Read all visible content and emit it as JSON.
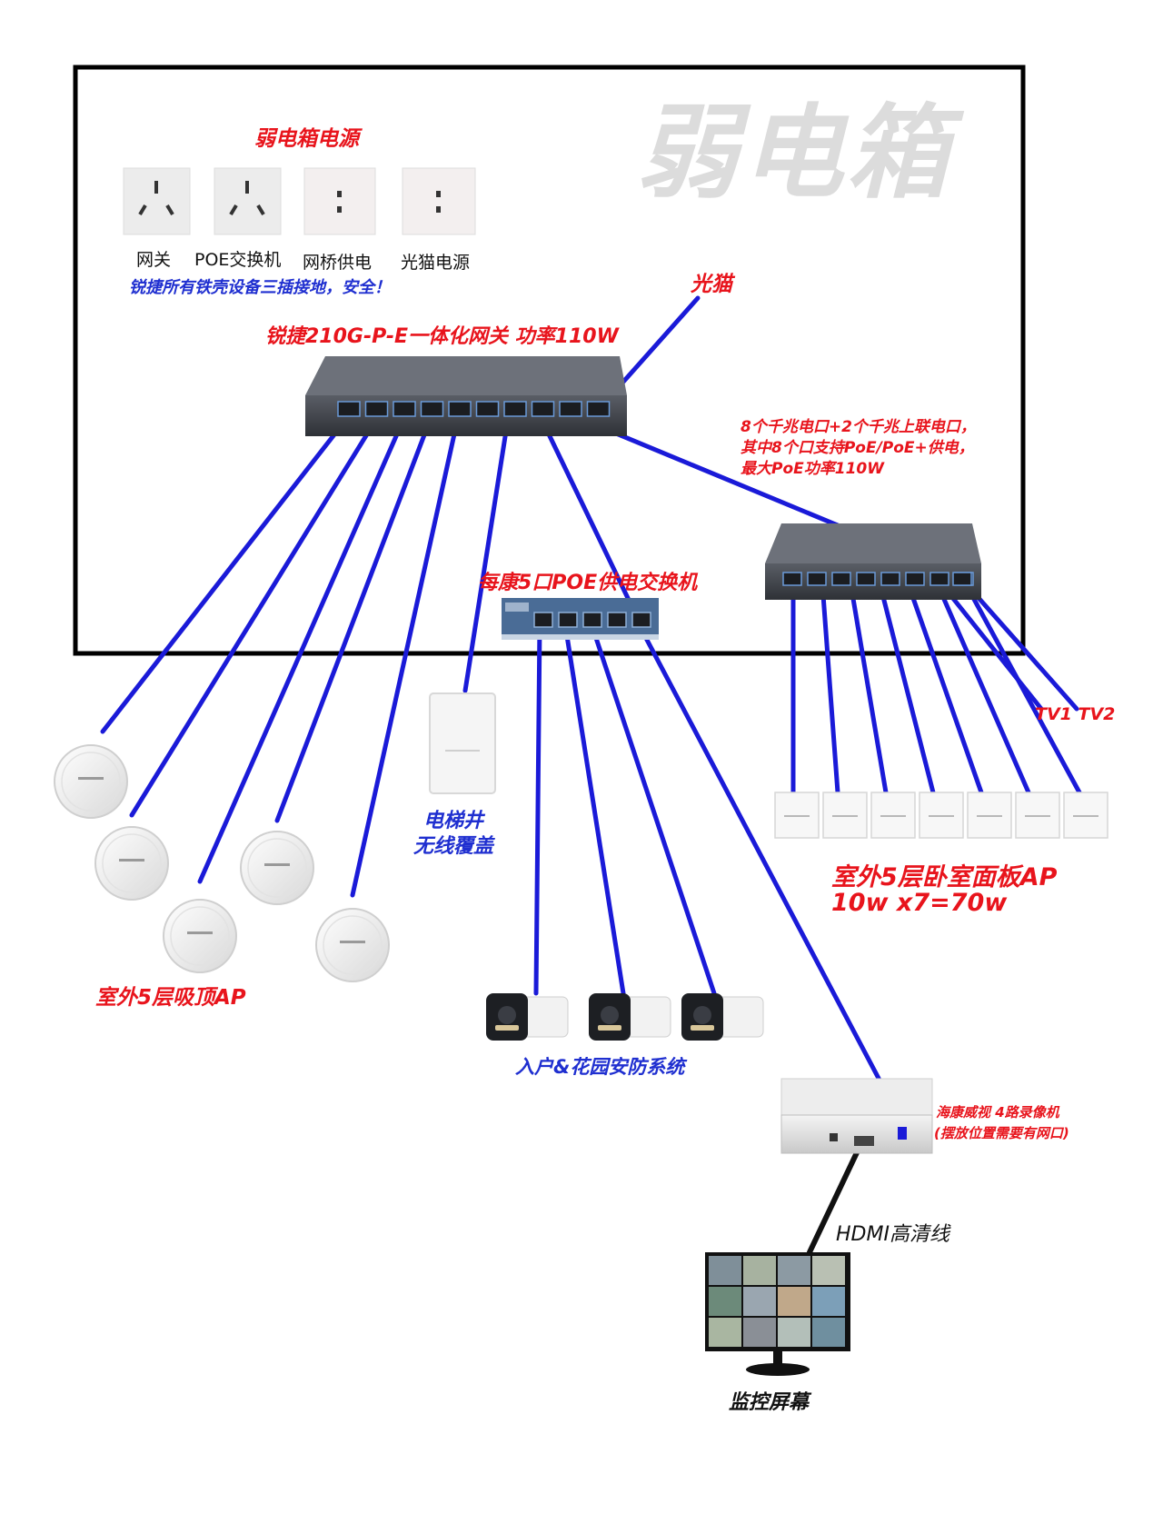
{
  "watermark": "弱电箱",
  "power_section": {
    "title": "弱电箱电源",
    "outlets": [
      {
        "label": "网关",
        "type": "three-pin"
      },
      {
        "label": "POE交换机",
        "type": "three-pin"
      },
      {
        "label": "网桥供电",
        "type": "two-pin"
      },
      {
        "label": "光猫电源",
        "type": "two-pin"
      }
    ],
    "note": "锐捷所有铁壳设备三插接地，安全！"
  },
  "optical_modem": "光猫",
  "gateway": {
    "title": "锐捷210G-P-E一体化网关  功率110W",
    "spec_lines": [
      "8个千兆电口+2个千兆上联电口，",
      "其中8个口支持PoE/PoE+供电，",
      "最大PoE功率110W"
    ]
  },
  "poe_switch": {
    "title": "每康5口POE供电交换机"
  },
  "elevator_bridge": {
    "line1": "电梯井",
    "line2": "无线覆盖"
  },
  "ceiling_ap": {
    "label": "室外5层吸顶AP"
  },
  "panel_ap": {
    "line1": "室外5层卧室面板AP",
    "line2": "10w x7=70w",
    "count": 7
  },
  "tv": {
    "label": "TV1 TV2"
  },
  "cameras": {
    "label": "入户&花园安防系统",
    "count": 3
  },
  "nvr": {
    "line1": "海康威视 4路录像机",
    "line2": "(摆放位置需要有网口)"
  },
  "hdmi": {
    "label": "HDMI高清线"
  },
  "monitor": {
    "label": "监控屏幕"
  },
  "colors": {
    "cable": "#1a1ad8",
    "red_text": "#e8141c",
    "blue_text": "#1f2fd0",
    "box_border": "#000000"
  }
}
